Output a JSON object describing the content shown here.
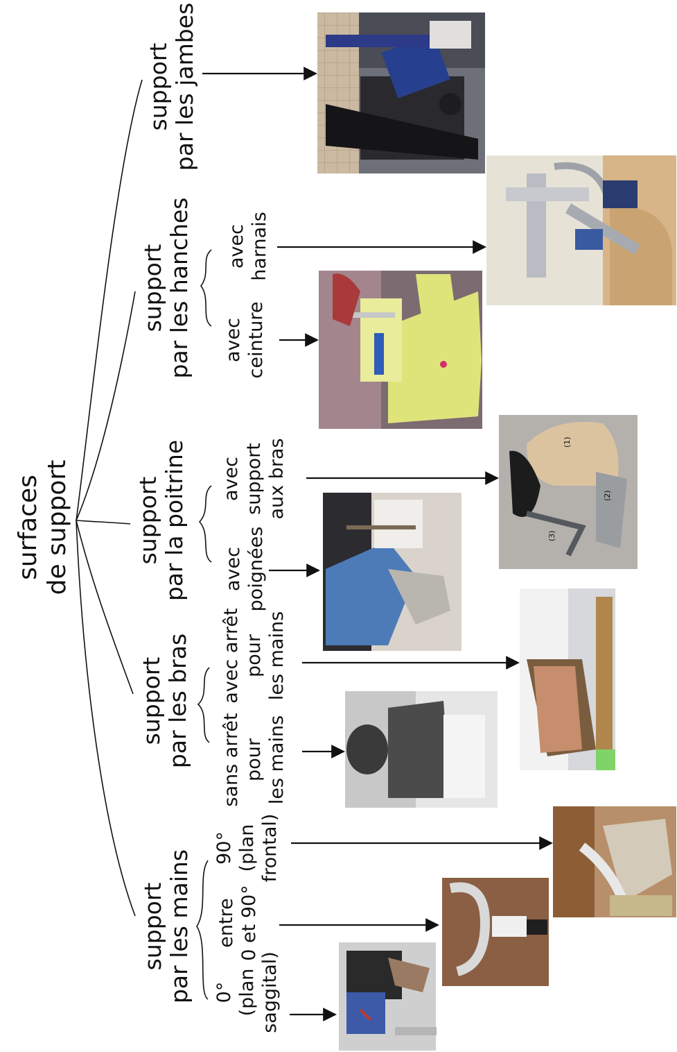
{
  "root": {
    "line1": "surfaces",
    "line2": "de support"
  },
  "categories": [
    {
      "line1": "support",
      "line2": "par les mains",
      "subs": [
        {
          "lines": [
            "0°",
            "(plan",
            "saggital)"
          ]
        },
        {
          "lines": [
            "entre",
            "0 et 90°"
          ]
        },
        {
          "lines": [
            "90°",
            "(plan",
            "frontal)"
          ]
        }
      ]
    },
    {
      "line1": "support",
      "line2": "par les bras",
      "subs": [
        {
          "lines": [
            "sans arrêt",
            "pour",
            "les mains"
          ]
        },
        {
          "lines": [
            "avec arrêt",
            "pour",
            "les mains"
          ]
        }
      ]
    },
    {
      "line1": "support",
      "line2": "par la poitrine",
      "subs": [
        {
          "lines": [
            "avec",
            "poignées"
          ]
        },
        {
          "lines": [
            "avec",
            "support",
            "aux bras"
          ]
        }
      ]
    },
    {
      "line1": "support",
      "line2": "par les hanches",
      "subs": [
        {
          "lines": [
            "avec",
            "ceinture"
          ]
        },
        {
          "lines": [
            "avec",
            "harnais"
          ]
        }
      ]
    },
    {
      "line1": "support",
      "line2": "par les jambes",
      "subs": []
    }
  ],
  "photo_marks": {
    "p1": "(1)",
    "p2": "(2)",
    "p3": "(3)"
  }
}
